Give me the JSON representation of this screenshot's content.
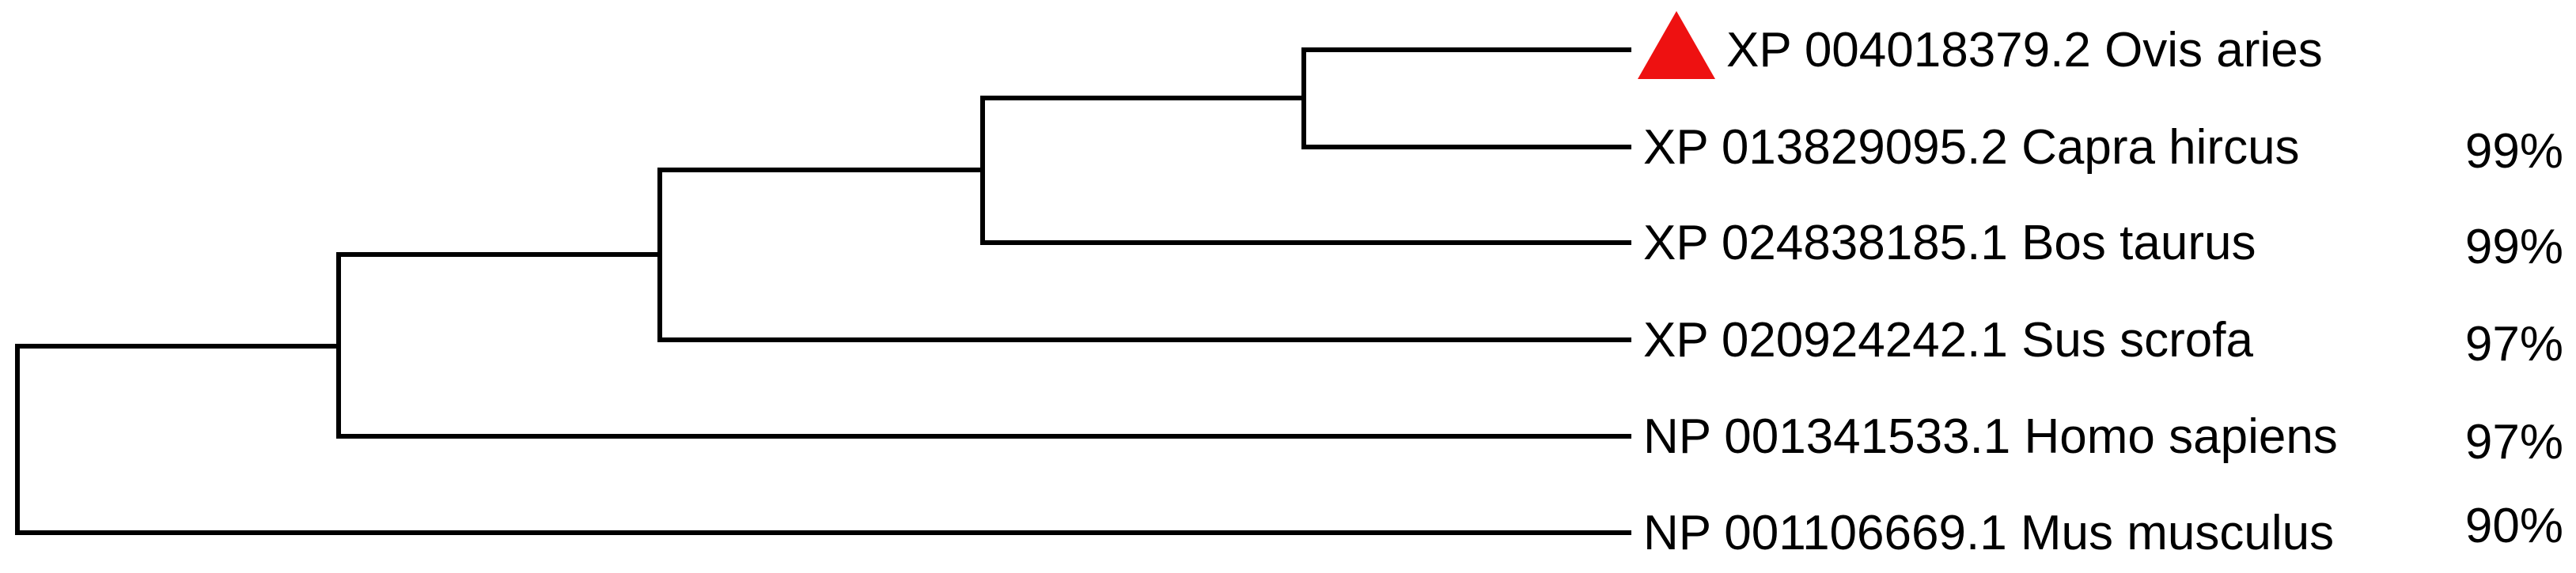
{
  "figure": {
    "type": "phylogenetic_tree",
    "background_color": "#ffffff",
    "line_color": "#000000",
    "text_color": "#000000",
    "marker_color": "#ee1111",
    "topology_newick": "(((((Ovis aries, Capra hircus), Bos taurus), Sus scrofa), Homo sapiens), Mus musculus)"
  },
  "leaves": [
    {
      "label": "XP 004018379.2 Ovis aries",
      "accession": "XP 004018379.2",
      "species": "Ovis aries",
      "identity": "",
      "marker": "red-triangle"
    },
    {
      "label": "XP 013829095.2 Capra hircus",
      "accession": "XP 013829095.2",
      "species": "Capra hircus",
      "identity": "99%",
      "marker": ""
    },
    {
      "label": "XP 024838185.1 Bos taurus",
      "accession": "XP 024838185.1",
      "species": "Bos taurus",
      "identity": "99%",
      "marker": ""
    },
    {
      "label": "XP 020924242.1 Sus scrofa",
      "accession": "XP 020924242.1",
      "species": "Sus scrofa",
      "identity": "97%",
      "marker": ""
    },
    {
      "label": "NP 001341533.1 Homo sapiens",
      "accession": "NP 001341533.1",
      "species": "Homo sapiens",
      "identity": "97%",
      "marker": ""
    },
    {
      "label": "NP 001106669.1 Mus musculus",
      "accession": "NP 001106669.1",
      "species": "Mus musculus",
      "identity": "90%",
      "marker": ""
    }
  ]
}
